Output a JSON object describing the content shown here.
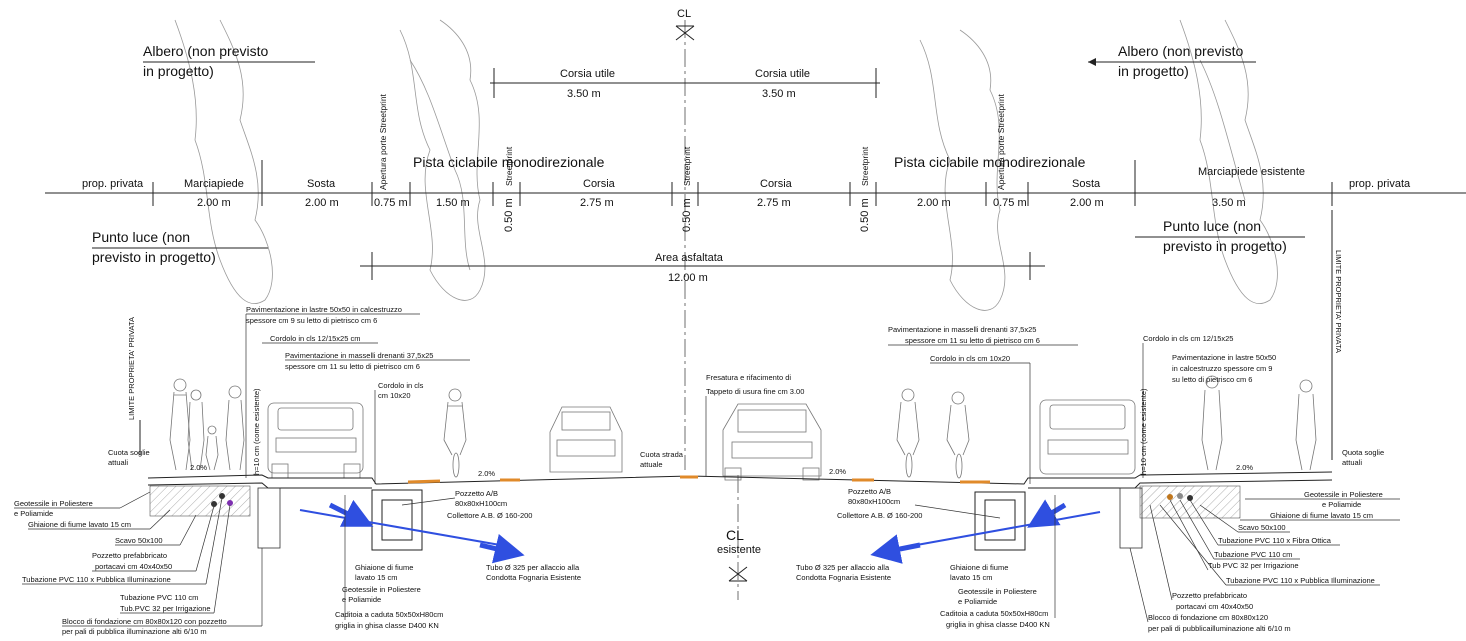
{
  "axis": {
    "cl_top": "CL",
    "cl_bottom_1": "CL",
    "cl_bottom_2": "esistente"
  },
  "top_labels": {
    "albero_left_1": "Albero (non previsto",
    "albero_left_2": "in progetto)",
    "albero_right_1": "Albero (non previsto",
    "albero_right_2": "in progetto)",
    "punto_luce_left_1": "Punto luce (non",
    "punto_luce_left_2": "previsto in progetto)",
    "punto_luce_right_1": "Punto luce (non",
    "punto_luce_right_2": "previsto in progetto)"
  },
  "corsia_utile": {
    "left_label": "Corsia utile",
    "left_value": "3.50 m",
    "right_label": "Corsia utile",
    "right_value": "3.50 m"
  },
  "sections": [
    {
      "label": "prop. privata",
      "value": ""
    },
    {
      "label": "Marciapiede",
      "value": "2.00 m"
    },
    {
      "label": "Sosta",
      "value": "2.00 m"
    },
    {
      "label": "Apertura porte Streetprint",
      "value": "0.75 m"
    },
    {
      "label": "Pista ciclabile monodirezionale",
      "value": "1.50 m"
    },
    {
      "label": "Streetprint",
      "value": "0.50 m"
    },
    {
      "label": "Corsia",
      "value": "2.75 m"
    },
    {
      "label": "Streetprint",
      "value": "0.50 m"
    },
    {
      "label": "Corsia",
      "value": "2.75 m"
    },
    {
      "label": "Streetprint",
      "value": "0.50 m"
    },
    {
      "label": "Pista ciclabile monodirezionale",
      "value": "2.00 m"
    },
    {
      "label": "Apertura porte Streetprint",
      "value": "0.75 m"
    },
    {
      "label": "Sosta",
      "value": "2.00 m"
    },
    {
      "label": "Marciapiede esistente",
      "value": "3.50 m"
    },
    {
      "label": "prop. privata",
      "value": ""
    }
  ],
  "area_asfaltata": {
    "label": "Area asfaltata",
    "value": "12.00 m"
  },
  "limite": {
    "left": "LIMITE PROPRIETA' PRIVATA",
    "right": "LIMITE PROPRIETA' PRIVATA"
  },
  "annotations_left": {
    "pav_lastre_1": "Pavimentazione in lastre 50x50 in calcestruzzo",
    "pav_lastre_2": "spessore cm 9 su letto di pietrisco cm 6",
    "cordolo_1215": "Cordolo in cls 12/15x25 cm",
    "pav_masselli_1": "Pavimentazione in masselli drenanti 37,5x25",
    "pav_masselli_2": "spessore cm 11 su letto di pietrisco cm 6",
    "cordolo_1020_1": "Cordolo in cls",
    "cordolo_1020_2": "cm 10x20",
    "cuota_soglie_1": "Cuota soglie",
    "cuota_soglie_2": "attuali",
    "var_height": "h=10 cm (come esistente)",
    "slope_1": "2.0%",
    "slope_2": "2.0%",
    "geotessile_1": "Geotessile in Poliestere",
    "geotessile_2": "e Poliamide",
    "ghiaione": "Ghiaione di fiume lavato 15 cm",
    "scavo": "Scavo 50x100",
    "pozzetto_pref_1": "Pozzetto prefabbricato",
    "pozzetto_pref_2": "portacavi cm 40x40x50",
    "tub_illum": "Tubazione PVC 110 x Pubblica Illuminazione",
    "tub_110_1": "Tubazione PVC 110 cm",
    "tub_110_2": "Tub.PVC 32 per Irrigazione",
    "blocco_1": "Blocco di fondazione cm 80x80x120 con pozzetto",
    "blocco_2": "per pali di pubblica illuminazione alti 6/10 m",
    "pozzetto_ab_1": "Pozzetto A/B",
    "pozzetto_ab_2": "80x80xH100cm",
    "collettore": "Collettore A.B. Ø 160-200",
    "ghiaione_fiume_1": "Ghiaione di fiume",
    "ghiaione_fiume_2": "lavato 15 cm",
    "geotessile_b_1": "Geotessile in Poliestere",
    "geotessile_b_2": "e Poliamide",
    "caditoia_1": "Caditoia a caduta 50x50xH80cm",
    "caditoia_2": "griglia in ghisa classe D400 KN",
    "tubo_1": "Tubo Ø 325 per allaccio alla",
    "tubo_2": "Condotta Fognaria Esistente"
  },
  "annotations_center": {
    "fresatura_1": "Fresatura e rifacimento di",
    "fresatura_2": "Tappeto di usura fine cm 3.00",
    "cuota_strada_1": "Cuota strada",
    "cuota_strada_2": "attuale"
  },
  "annotations_right": {
    "pav_masselli_1": "Pavimentazione in masselli drenanti 37,5x25",
    "pav_masselli_2": "spessore cm 11 su letto di pietrisco cm 6",
    "cordolo_1020": "Cordolo in cls cm 10x20",
    "cordolo_1215": "Cordolo in cls cm 12/15x25",
    "pav_lastre_1": "Pavimentazione in lastre 50x50",
    "pav_lastre_2": "in calcestruzzo spessore cm 9",
    "pav_lastre_3": "su letto di pietrisco cm 6",
    "var_height": "h=10 cm (come esistente)",
    "quota_soglie_1": "Quota soglie",
    "quota_soglie_2": "attuali",
    "slope_1": "2.0%",
    "slope_2": "2.0%",
    "geotessile_1": "Geotessile in Poliestere",
    "geotessile_2": "e Poliamide",
    "ghiaione": "Ghiaione di fiume lavato 15 cm",
    "scavo": "Scavo 50x100",
    "tub_fibra": "Tubazione PVC 110 x Fibra Ottica",
    "tub_110": "Tubazione PVC 110 cm",
    "tub_32": "Tub PVC 32 per Irrigazione",
    "tub_illum": "Tubazione PVC 110 x Pubblica Illuminazione",
    "pozzetto_pref_1": "Pozzetto prefabbricato",
    "pozzetto_pref_2": "portacavi cm 40x40x50",
    "blocco_1": "Blocco di fondazione cm 80x80x120",
    "blocco_2": "per pali di pubblicailluminazione alti 6/10 m",
    "pozzetto_ab_1": "Pozzetto A/B",
    "pozzetto_ab_2": "80x80xH100cm",
    "collettore": "Collettore A.B. Ø 160-200",
    "tubo_1": "Tubo Ø 325 per allaccio alla",
    "tubo_2": "Condotta Fognaria Esistente",
    "ghiaione_fiume_1": "Ghiaione di fiume",
    "ghiaione_fiume_2": "lavato 15 cm",
    "geotessile_b_1": "Geotessile in Poliestere",
    "geotessile_b_2": "e Poliamide",
    "caditoia_1": "Caditoia a caduta 50x50xH80cm",
    "caditoia_2": "griglia in ghisa classe D400 KN"
  },
  "colors": {
    "line": "#222222",
    "pipe_blue": "#2f4fe0",
    "streetprint_orange": "#e08a2a",
    "hatch": "#888888"
  }
}
